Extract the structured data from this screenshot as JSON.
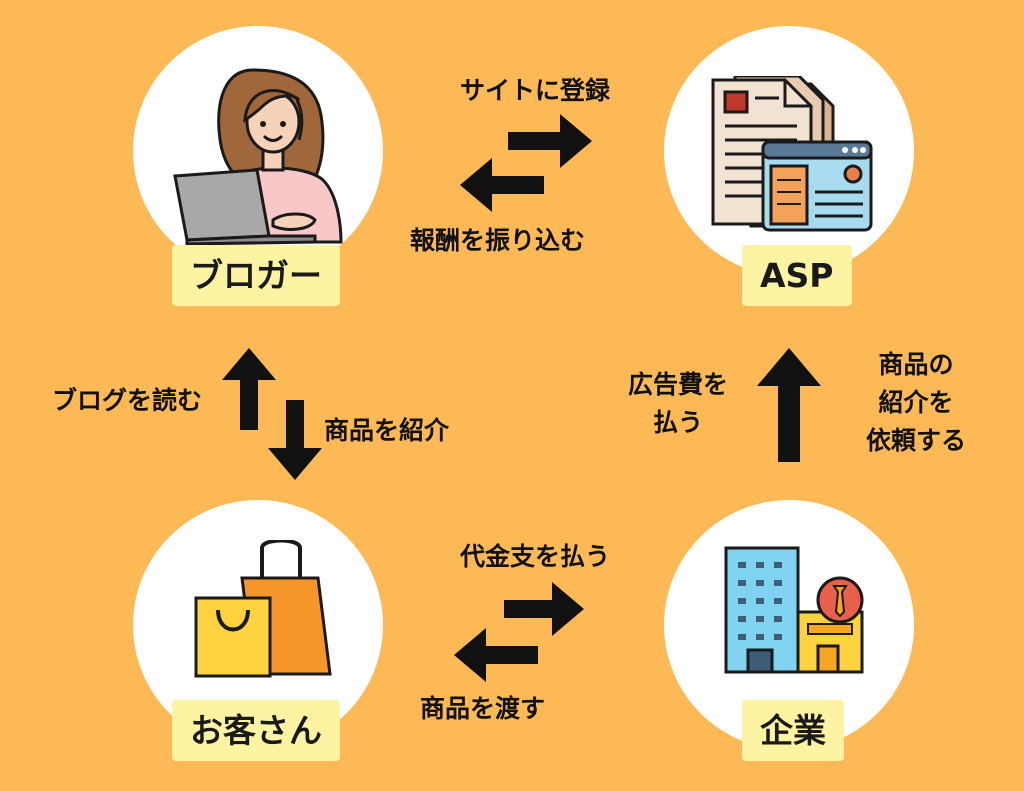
{
  "nodes": {
    "blogger": {
      "label": "ブロガー",
      "icon": "woman-laptop-icon"
    },
    "asp": {
      "label": "ASP",
      "icon": "documents-browser-icon"
    },
    "customer": {
      "label": "お客さん",
      "icon": "shopping-bags-icon"
    },
    "company": {
      "label": "企業",
      "icon": "office-building-icon"
    }
  },
  "edges": {
    "blogger_to_asp": {
      "label": "サイトに登録"
    },
    "asp_to_blogger": {
      "label": "報酬を振り込む"
    },
    "customer_to_blogger": {
      "label": "ブログを読む"
    },
    "blogger_to_customer": {
      "label": "商品を紹介"
    },
    "company_to_asp_pay": {
      "line1": "広告費を",
      "line2": "払う"
    },
    "company_to_asp_request": {
      "line1": "商品の",
      "line2": "紹介を",
      "line3": "依頼する"
    },
    "customer_to_company": {
      "label": "代金支を払う"
    },
    "company_to_customer": {
      "label": "商品を渡す"
    }
  },
  "colors": {
    "background": "#FDB955",
    "circle": "#FFFFFF",
    "label_box": "#FDF4A3",
    "arrow": "#111111"
  }
}
